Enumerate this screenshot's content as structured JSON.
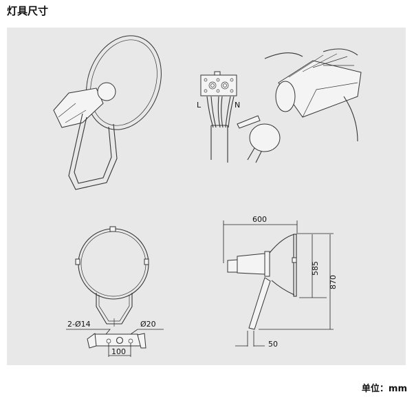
{
  "title": "灯具尺寸",
  "unit_label": "单位：mm",
  "wiring": {
    "live_label": "L",
    "neutral_label": "N"
  },
  "front_view": {
    "holes_label": "2-Ø14",
    "center_hole_label": "Ø20",
    "hole_spacing": "100"
  },
  "side_view": {
    "depth": "600",
    "reflector_height": "585",
    "total_height": "870",
    "base_width": "50"
  },
  "colors": {
    "panel": "#e8e8e8",
    "line": "#333333"
  }
}
